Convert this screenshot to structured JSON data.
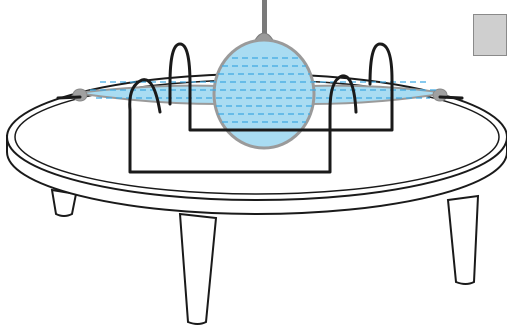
{
  "diagram": {
    "description_visible_text": "",
    "colors": {
      "table_stroke": "#1a1a1a",
      "table_fill": "#ffffff",
      "liquid_fill": "#a9dcf2",
      "liquid_dash": "#3fa9e3",
      "glass_rim": "#9a9a9a",
      "wire": "#1a1a1a",
      "swatch": "#cfcfcf"
    },
    "icons": [
      "round-table",
      "glass-vessel",
      "electrode-wire",
      "support-rod",
      "gray-swatch"
    ]
  }
}
